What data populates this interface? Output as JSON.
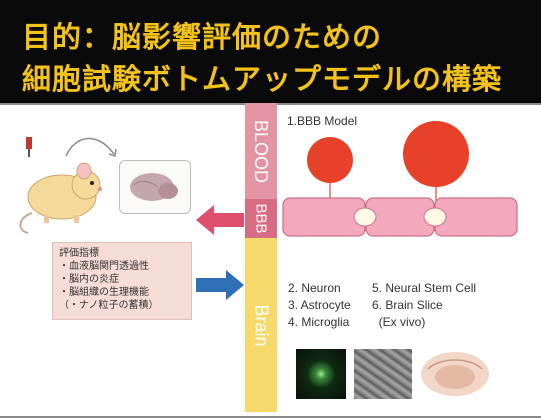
{
  "title": {
    "line1": "目的：脳影響評価のための",
    "line2": "細胞試験ボトムアップモデルの構築"
  },
  "columns": {
    "blood": "BLOOD",
    "bbb": "BBB",
    "brain": "Brain"
  },
  "model_label": "1.BBB Model",
  "evaluation": {
    "title": "評価指標",
    "items": [
      "・血液脳関門透過性",
      "・脳内の炎症",
      "・脳組織の生理機能",
      "（・ナノ粒子の蓄積）"
    ]
  },
  "cell_list_left": [
    "2. Neuron",
    "3. Astrocyte",
    "4. Microglia"
  ],
  "cell_list_right": [
    "5. Neural Stem Cell",
    "6. Brain Slice",
    "  (Ex vivo)"
  ],
  "colors": {
    "title_bg": "#0a0a0a",
    "title_text": "#f2c21a",
    "blood": "#e394a2",
    "bbb": "#d86c84",
    "brain": "#f7d86a",
    "arrow_left": "#e0506e",
    "arrow_right": "#2f6fb5",
    "sphere": "#e8412a",
    "cell_membrane": "#f3a8bd"
  }
}
